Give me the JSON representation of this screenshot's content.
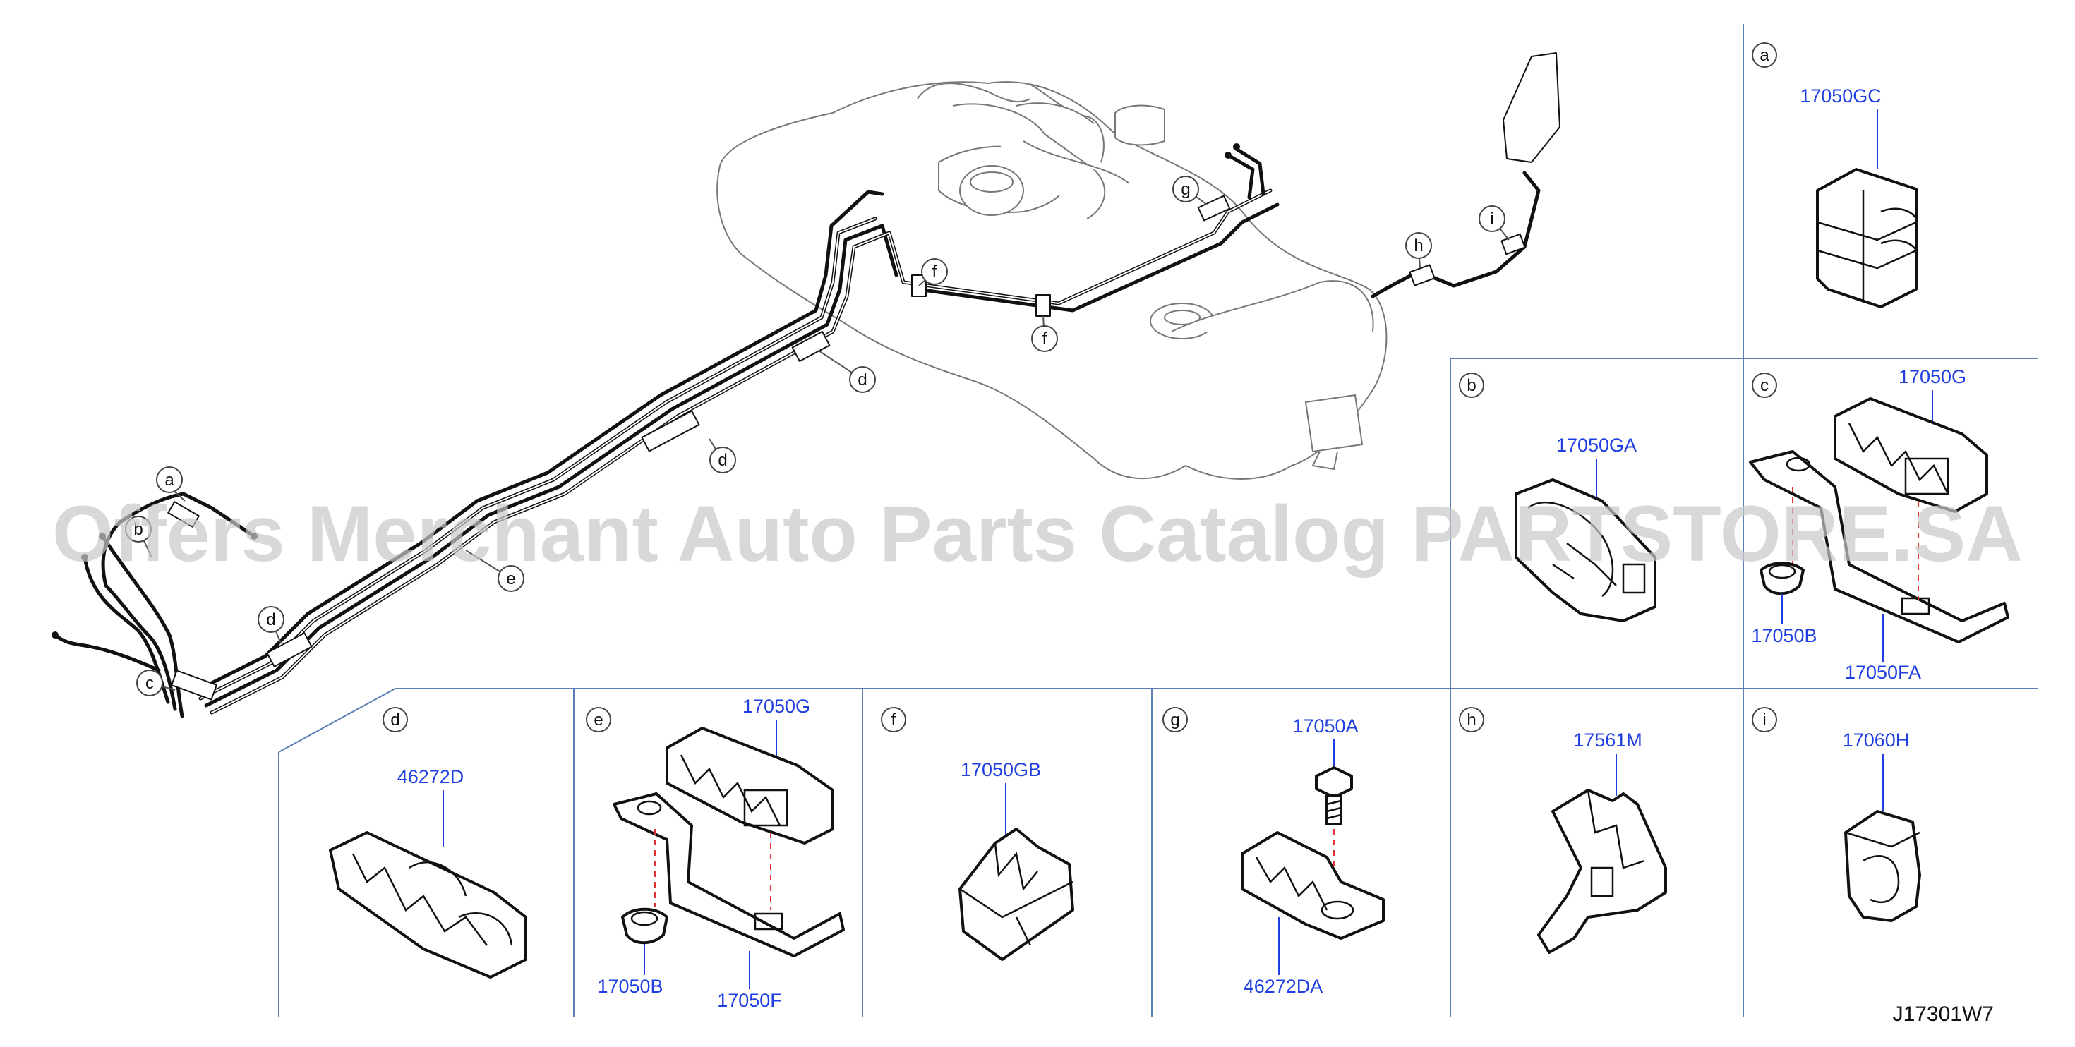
{
  "watermark": "Offers Merchant Auto Parts Catalog PARTSTORE.SA",
  "diagram_ref": "J17301W7",
  "main_callouts": [
    "a",
    "b",
    "c",
    "d",
    "d",
    "d",
    "e",
    "f",
    "f",
    "g",
    "h",
    "i"
  ],
  "panels": {
    "a": {
      "letter": "a",
      "parts": [
        "17050GC"
      ]
    },
    "b": {
      "letter": "b",
      "parts": [
        "17050GA"
      ]
    },
    "c": {
      "letter": "c",
      "parts": [
        "17050G",
        "17050B",
        "17050FA"
      ]
    },
    "d": {
      "letter": "d",
      "parts": [
        "46272D"
      ]
    },
    "e": {
      "letter": "e",
      "parts": [
        "17050G",
        "17050B",
        "17050F"
      ]
    },
    "f": {
      "letter": "f",
      "parts": [
        "17050GB"
      ]
    },
    "g": {
      "letter": "g",
      "parts": [
        "17050A",
        "46272DA"
      ]
    },
    "h": {
      "letter": "h",
      "parts": [
        "17561M"
      ]
    },
    "i": {
      "letter": "i",
      "parts": [
        "17060H"
      ]
    }
  },
  "colors": {
    "label_blue": "#1f3fe0",
    "panel_line": "#5a7fb5",
    "dash_red": "#e03030",
    "watermark": "#c8c8c8"
  }
}
